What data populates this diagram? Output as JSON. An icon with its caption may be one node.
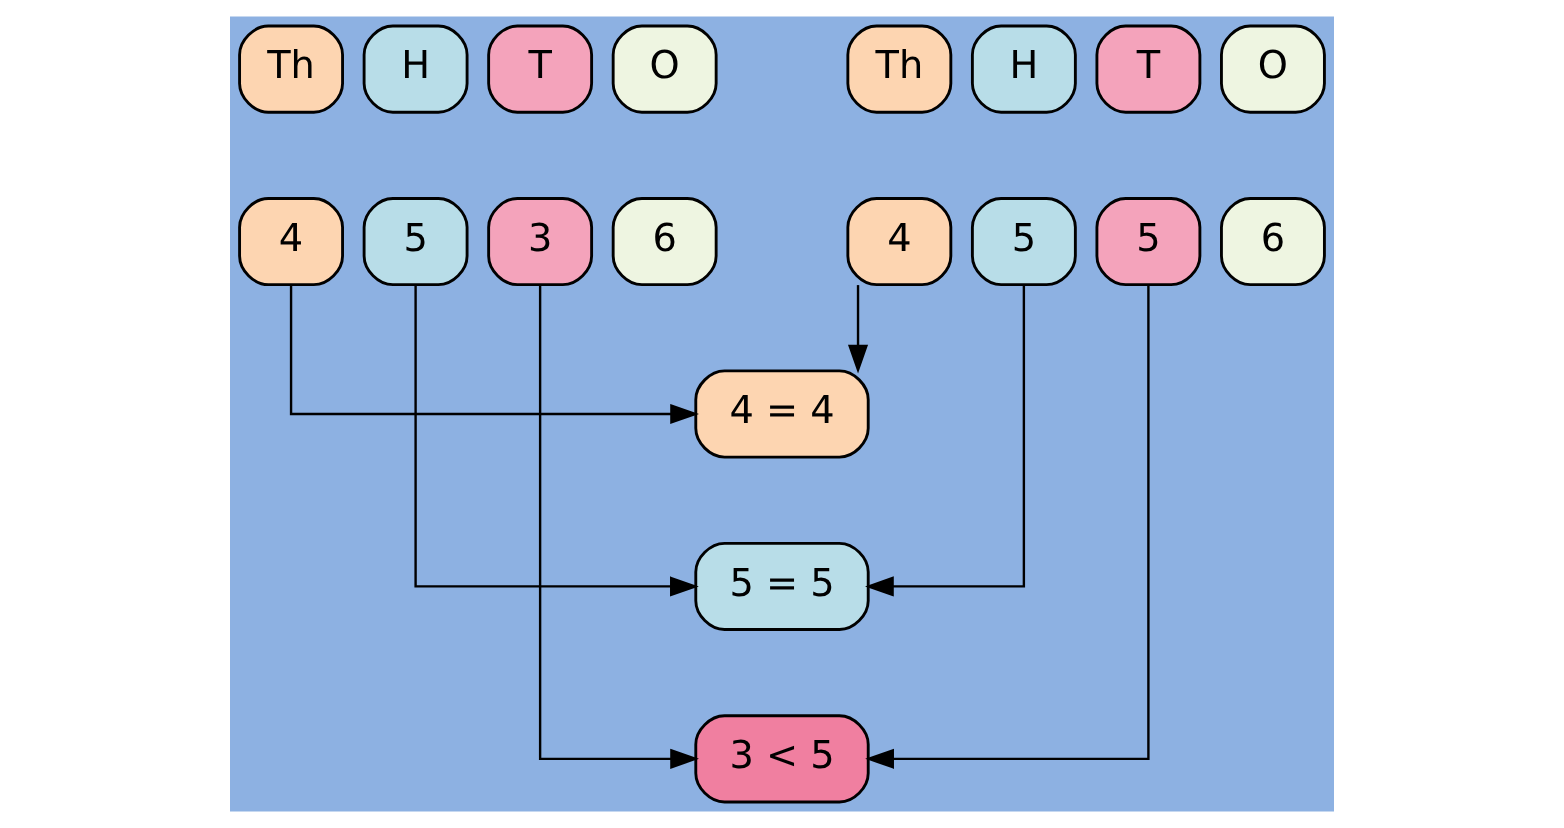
{
  "diagram": {
    "nodes": [
      {
        "text": [
          "Th"
        ]
      },
      {
        "text": [
          "H"
        ]
      },
      {
        "text": [
          "T"
        ]
      },
      {
        "text": [
          "O"
        ]
      },
      {
        "text": [
          "4"
        ]
      },
      {
        "text": [
          "5"
        ]
      },
      {
        "text": [
          "3"
        ]
      },
      {
        "text": [
          "6"
        ]
      },
      {
        "text": [
          "Th"
        ]
      },
      {
        "text": [
          "H"
        ]
      },
      {
        "text": [
          "T"
        ]
      },
      {
        "text": [
          "O"
        ]
      },
      {
        "text": [
          "4"
        ]
      },
      {
        "text": [
          "5"
        ]
      },
      {
        "text": [
          "5"
        ]
      },
      {
        "text": [
          "6"
        ]
      },
      {
        "text": [
          "4 = 4"
        ]
      },
      {
        "text": [
          "5 = 5"
        ]
      },
      {
        "text": [
          "3 < 5"
        ]
      }
    ],
    "edges": [
      {
        "from": 4,
        "to": 16,
        "arrow": "to"
      },
      {
        "from": 12,
        "to": 16,
        "arrow": "to"
      },
      {
        "from": 5,
        "to": 17,
        "arrow": "to"
      },
      {
        "from": 13,
        "to": 17,
        "arrow": "to"
      },
      {
        "from": 6,
        "to": 18,
        "arrow": "to"
      },
      {
        "from": 14,
        "to": 18,
        "arrow": "to"
      }
    ]
  }
}
